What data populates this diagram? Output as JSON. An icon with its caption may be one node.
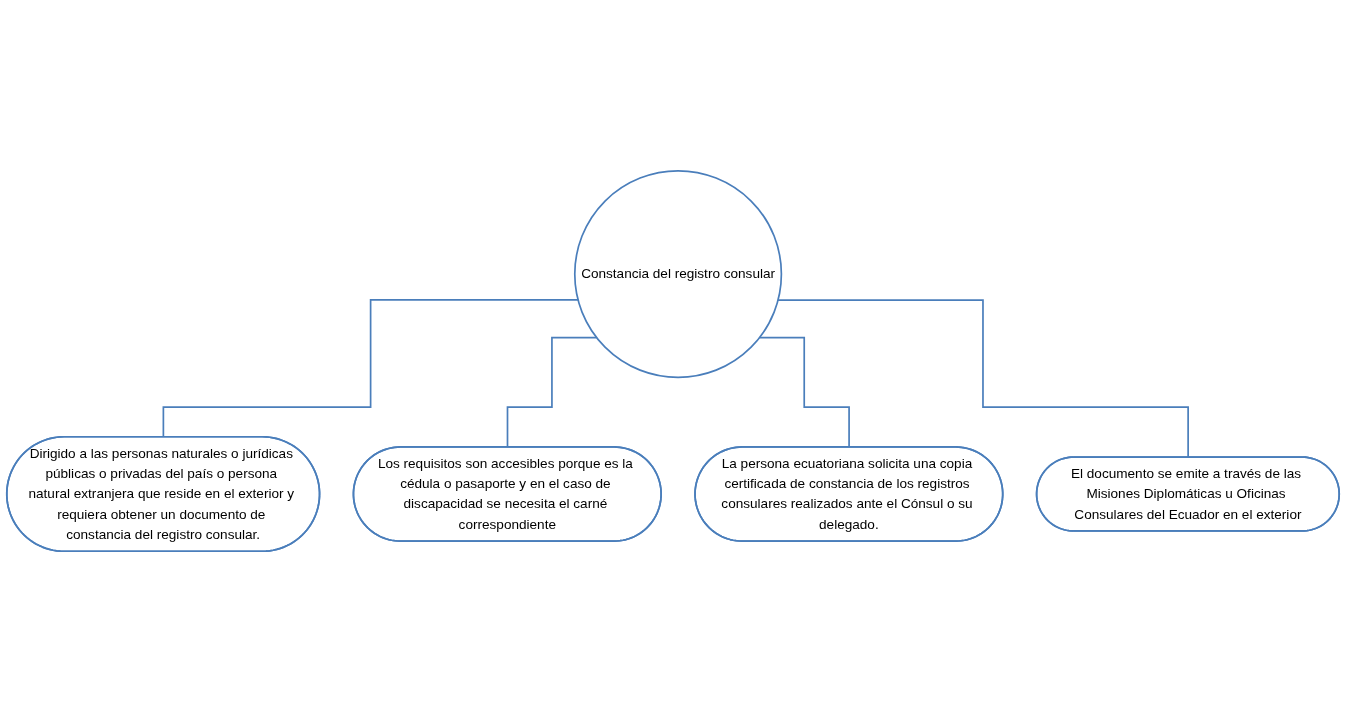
{
  "diagram": {
    "nodes": [
      {
        "text": [
          "Constancia del registro consular"
        ]
      },
      {
        "text": [
          "Dirigido a las personas naturales o jurídicas públicas o privadas del país o persona natural extranjera que reside en el exterior y requiera obtener un documento de constancia del registro consular."
        ]
      },
      {
        "text": [
          "Los requisitos son accesibles porque es la cédula o pasaporte y en el caso de discapacidad se necesita el carné correspondiente"
        ]
      },
      {
        "text": [
          "La persona ecuatoriana solicita una copia certificada de constancia de los registros consulares realizados ante el Cónsul o su delegado."
        ]
      },
      {
        "text": [
          "El documento se emite a través de las Misiones Diplomáticas u Oficinas Consulares del Ecuador en el exterior"
        ]
      }
    ],
    "edges": [
      {
        "from": 0,
        "to": 1,
        "arrow": "none"
      },
      {
        "from": 0,
        "to": 2,
        "arrow": "none"
      },
      {
        "from": 0,
        "to": 3,
        "arrow": "none"
      },
      {
        "from": 0,
        "to": 4,
        "arrow": "none"
      }
    ]
  }
}
